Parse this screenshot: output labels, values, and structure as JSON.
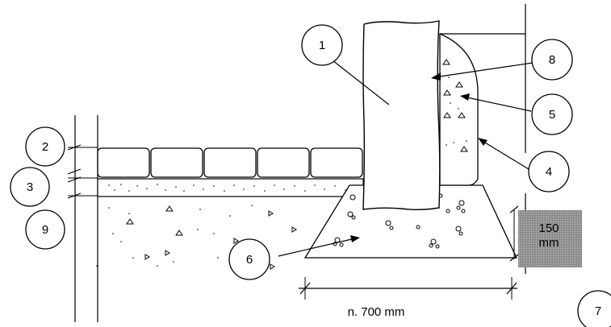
{
  "callouts": [
    {
      "id": "1",
      "label": "1"
    },
    {
      "id": "2",
      "label": "2"
    },
    {
      "id": "3",
      "label": "3"
    },
    {
      "id": "4",
      "label": "4"
    },
    {
      "id": "5",
      "label": "5"
    },
    {
      "id": "6",
      "label": "6"
    },
    {
      "id": "7",
      "label": "7"
    },
    {
      "id": "8",
      "label": "8"
    },
    {
      "id": "9",
      "label": "9"
    }
  ],
  "dimensions": {
    "footing_width": "n. 700 mm",
    "frost_box_line1": "150",
    "frost_box_line2": "mm"
  },
  "colors": {
    "line": "#000000",
    "hatch_box": "#8c8c8c",
    "background": "#ffffff"
  }
}
